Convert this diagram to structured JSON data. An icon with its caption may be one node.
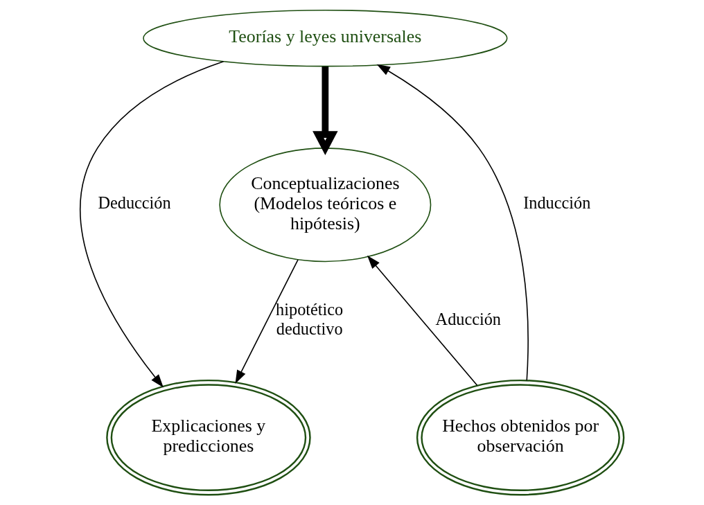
{
  "diagram": {
    "nodes": [
      {
        "text": [
          "Teorías y leyes universales"
        ]
      },
      {
        "text": [
          "Conceptualizaciones (Modelos teóricos e hipótesis)"
        ]
      },
      {
        "text": [
          "Explicaciones y predicciones"
        ]
      },
      {
        "text": [
          "Hechos obtenidos por observación"
        ]
      }
    ],
    "edges": [
      {
        "from": 0,
        "to": 2,
        "arrow": "to",
        "label": "Deducción"
      },
      {
        "from": 0,
        "to": 1,
        "arrow": "to",
        "style": "thick"
      },
      {
        "from": 3,
        "to": 0,
        "arrow": "to",
        "label": "Inducción"
      },
      {
        "from": 1,
        "to": 2,
        "arrow": "to",
        "label": "hipotético deductivo"
      },
      {
        "from": 3,
        "to": 1,
        "arrow": "to",
        "label": "Aducción"
      }
    ]
  }
}
